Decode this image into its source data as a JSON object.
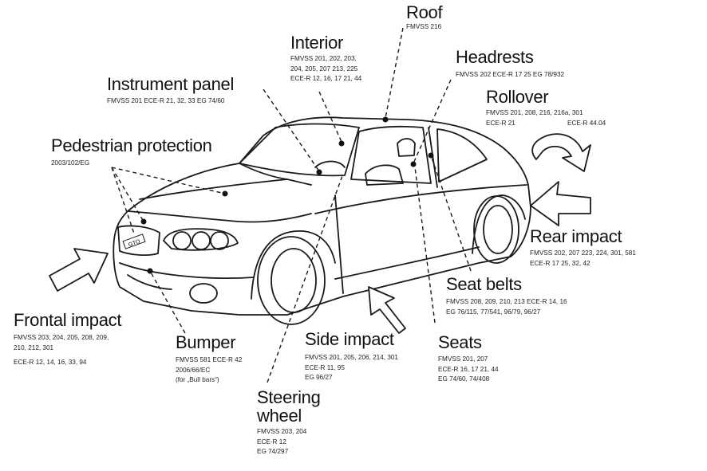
{
  "labels": {
    "roof": {
      "title": "Roof",
      "lines": [
        "FMVSS 216"
      ]
    },
    "interior": {
      "title": "Interior",
      "lines": [
        "FMVSS 201, 202, 203,",
        "204, 205, 207  213, 225",
        "ECE-R 12, 16, 17  21, 44"
      ]
    },
    "headrests": {
      "title": "Headrests",
      "lines": [
        "FMVSS 202  ECE-R 17  25  EG 78/932"
      ]
    },
    "instrument_panel": {
      "title": "Instrument panel",
      "lines": [
        "FMVSS 201 ECE-R 21, 32, 33 EG 74/60"
      ]
    },
    "rollover": {
      "title": "Rollover",
      "line1": "FMVSS 201, 208, 216, 216a, 301",
      "line2a": "ECE-R 21",
      "line2b": "ECE-R 44.04"
    },
    "pedestrian_protection": {
      "title": "Pedestrian protection",
      "lines": [
        "2003/102/EG"
      ]
    },
    "rear_impact": {
      "title": "Rear impact",
      "lines": [
        "FMVSS 202, 207  223, 224, 301, 581",
        "ECE-R 17  25, 32, 42"
      ]
    },
    "seat_belts": {
      "title": "Seat belts",
      "lines": [
        "FMVSS 208, 209, 210, 213   ECE-R 14, 16",
        "EG 76/115, 77/541, 96/79, 96/27"
      ]
    },
    "frontal_impact": {
      "title": "Frontal impact",
      "lines": [
        "FMVSS 203, 204, 205, 208, 209,",
        "210, 212, 301"
      ],
      "line_extra": "ECE-R 12, 14, 16, 33, 94"
    },
    "bumper": {
      "title": "Bumper",
      "lines": [
        "FMVSS 581 ECE-R 42",
        "2006/66/EC",
        "(for „Bull bars“)"
      ]
    },
    "side_impact": {
      "title": "Side impact",
      "lines": [
        "FMVSS 201, 205, 206, 214, 301",
        "ECE-R 11, 95",
        "EG 96/27"
      ]
    },
    "seats": {
      "title": "Seats",
      "lines": [
        "FMVSS 201, 207",
        "ECE-R 16, 17  21, 44",
        "EG 74/60, 74/408"
      ]
    },
    "steering_wheel": {
      "title_line1": "Steering",
      "title_line2": "wheel",
      "lines": [
        "FMVSS 203, 204",
        "ECE-R 12",
        "EG 74/297"
      ]
    }
  },
  "car_badge": "GTO",
  "colors": {
    "line": "#1a1a1a",
    "background": "#ffffff"
  }
}
